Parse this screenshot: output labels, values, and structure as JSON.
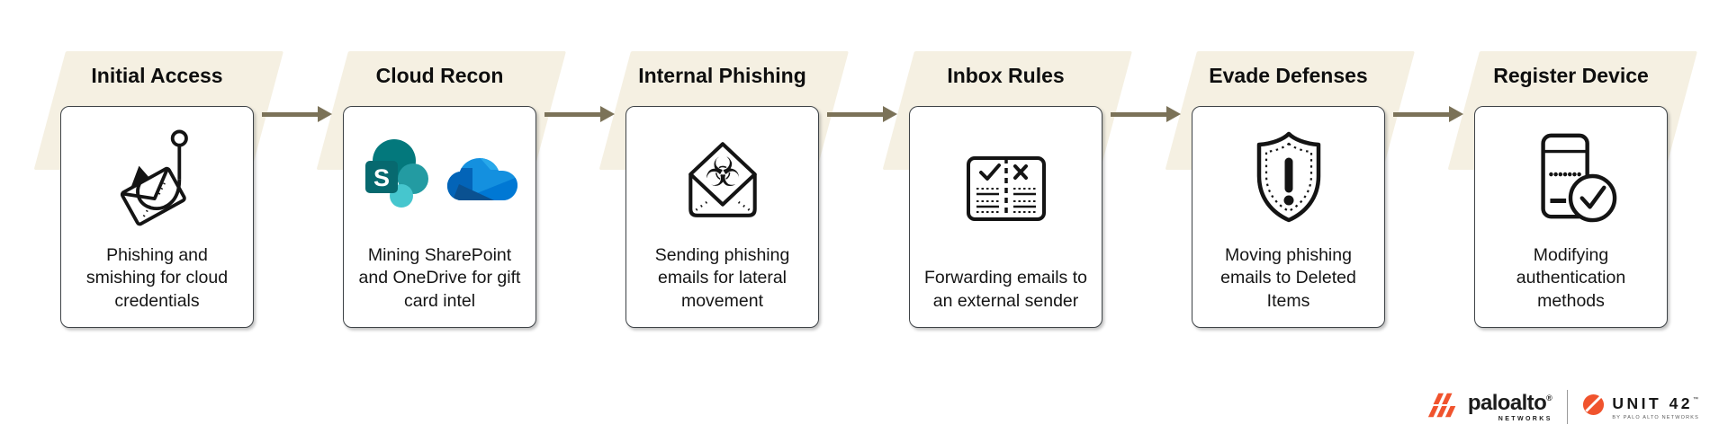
{
  "diagram": {
    "type": "attack-chain-flow",
    "background": "#ffffff"
  },
  "colors": {
    "banner_bg": "#F5F0E2",
    "arrow": "#7B7258",
    "card_border": "#3E4347",
    "text": "#151515",
    "brand_orange": "#F0532D",
    "sharepoint_teals": [
      "#03787C",
      "#239BA2",
      "#46C6CE",
      "#07696F"
    ],
    "onedrive_blues": [
      "#0364B8",
      "#0078D4",
      "#1490DF",
      "#28A8EA"
    ]
  },
  "stages": [
    {
      "title": "Initial Access",
      "description": "Phishing and smishing for cloud credentials",
      "icon": "phishing-hook-envelope-icon"
    },
    {
      "title": "Cloud Recon",
      "description": "Mining SharePoint and OneDrive for gift card intel",
      "icon": "sharepoint-and-onedrive-logos"
    },
    {
      "title": "Internal Phishing",
      "description": "Sending phishing emails for lateral movement",
      "icon": "biohazard-envelope-icon"
    },
    {
      "title": "Inbox Rules",
      "description": "Forwarding emails to an external sender",
      "icon": "inbox-rules-list-icon"
    },
    {
      "title": "Evade Defenses",
      "description": "Moving phishing emails to Deleted Items",
      "icon": "shield-alert-icon"
    },
    {
      "title": "Register Device",
      "description": "Modifying authentication methods",
      "icon": "phone-check-icon"
    }
  ],
  "glyphs": {
    "biohazard": "☣",
    "sharepoint_letter": "S"
  },
  "footer": {
    "paloalto": {
      "wordmark": "paloalto",
      "registered": "®",
      "subtext": "NETWORKS"
    },
    "unit42": {
      "wordmark": "UNIT 42",
      "trademark": "™",
      "subtext": "BY PALO ALTO NETWORKS"
    }
  }
}
